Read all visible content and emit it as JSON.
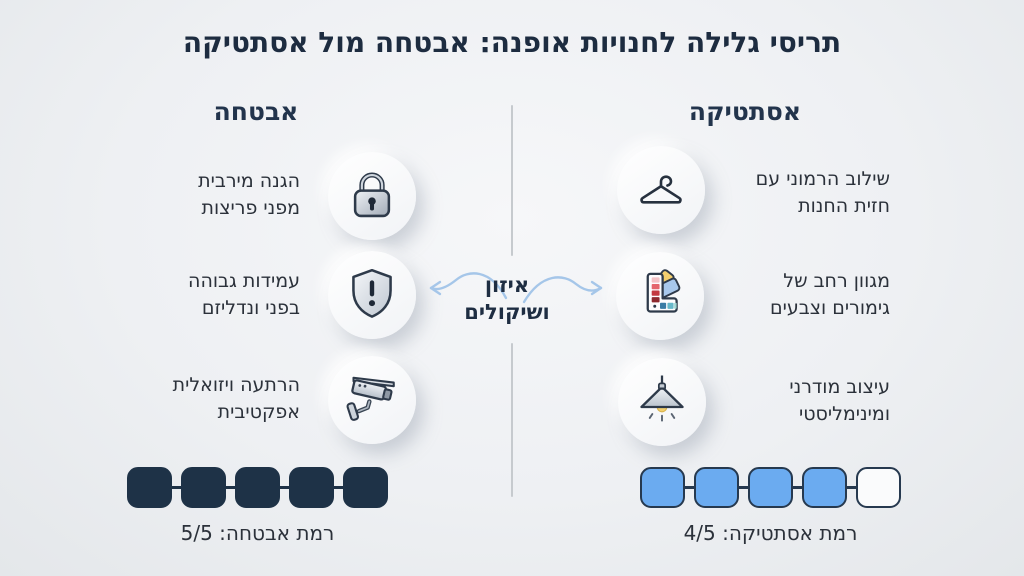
{
  "title": "תריסי גלילה לחנויות אופנה: אבטחה מול אסתטיקה",
  "center": {
    "line1": "איזון",
    "line2": "ושיקולים"
  },
  "security": {
    "header": "אבטחה",
    "items": [
      {
        "icon": "lock-icon",
        "line1": "הגנה מירבית",
        "line2": "מפני פריצות"
      },
      {
        "icon": "shield-alert-icon",
        "line1": "עמידות גבוהה",
        "line2": "בפני ונדליזם"
      },
      {
        "icon": "security-camera-icon",
        "line1": "הרתעה ויזואלית",
        "line2": "אפקטיבית"
      }
    ],
    "rating": {
      "label": "רמת אבטחה: 5/5",
      "filled": 5,
      "total": 5,
      "filled_color": "#1e3247",
      "border_color": "#1e3247",
      "empty_color": "#f7f8fa"
    }
  },
  "aesthetics": {
    "header": "אסתטיקה",
    "items": [
      {
        "icon": "hanger-icon",
        "line1": "שילוב הרמוני עם",
        "line2": "חזית החנות"
      },
      {
        "icon": "palette-icon",
        "line1": "מגוון רחב של",
        "line2": "גימורים וצבעים"
      },
      {
        "icon": "lamp-icon",
        "line1": "עיצוב מודרני",
        "line2": "ומינימליסטי"
      }
    ],
    "rating": {
      "label": "רמת אסתטיקה: 4/5",
      "filled": 4,
      "total": 5,
      "filled_color": "#6babf0",
      "border_color": "#26394f",
      "empty_color": "#fafbfc"
    }
  },
  "colors": {
    "background": "#eef0f3",
    "title_text": "#1d2c40",
    "body_text": "#2b313a",
    "divider": "#c6cace",
    "arrow": "#a5c6e9",
    "security_square": "#1e3247",
    "aesthetics_square": "#6babf0"
  }
}
